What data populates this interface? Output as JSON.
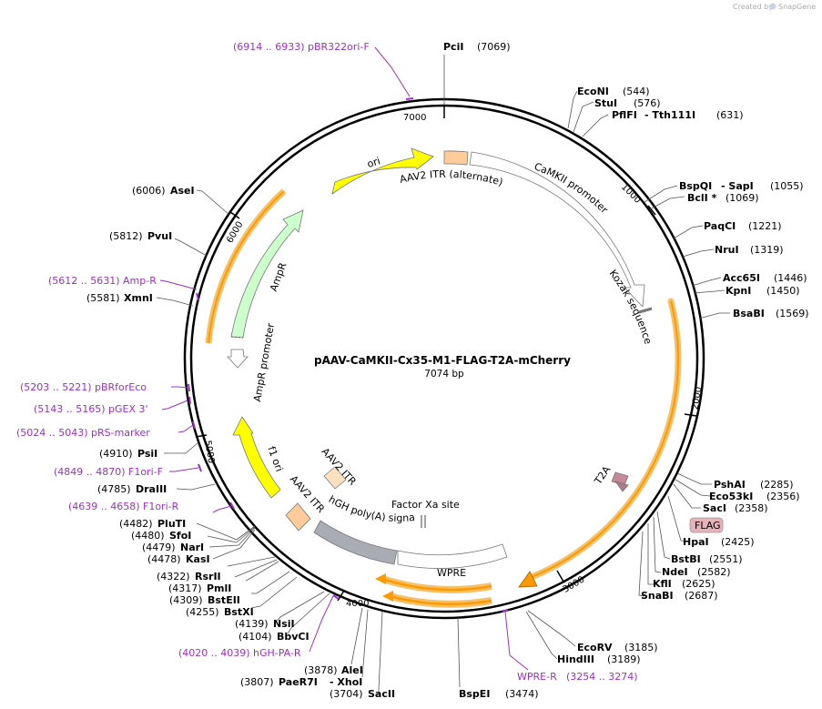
{
  "watermark": {
    "prefix": "Created by",
    "brand": "SnapGene"
  },
  "map": {
    "title": "pAAV-CaMKII-Cx35-M1-FLAG-T2A-mCherry",
    "length": "7074 bp",
    "ticks": [
      "1000",
      "2000",
      "3000",
      "4000",
      "5000",
      "6000",
      "7000"
    ]
  },
  "sites": [
    {
      "name": "PciI",
      "pos": "(7069)"
    },
    {
      "name": "EcoNI",
      "pos": "(544)"
    },
    {
      "name": "StuI",
      "pos": "(576)"
    },
    {
      "name": "PflFI",
      "pos": "- Tth111I"
    },
    {
      "name": "",
      "pos": "(631)"
    },
    {
      "name": "BspQI",
      "pos": "- SapI"
    },
    {
      "name": "",
      "pos": "(1055)"
    },
    {
      "name": "BclI *",
      "pos": "(1069)"
    },
    {
      "name": "PaqCI",
      "pos": "(1221)"
    },
    {
      "name": "NruI",
      "pos": "(1319)"
    },
    {
      "name": "Acc65I",
      "pos": "(1446)"
    },
    {
      "name": "KpnI",
      "pos": "(1450)"
    },
    {
      "name": "BsaBI",
      "pos": "(1569)"
    },
    {
      "name": "PshAI",
      "pos": "(2285)"
    },
    {
      "name": "Eco53kI",
      "pos": "(2356)"
    },
    {
      "name": "SacI",
      "pos": "(2358)"
    },
    {
      "name": "HpaI",
      "pos": "(2425)"
    },
    {
      "name": "BstBI",
      "pos": "(2551)"
    },
    {
      "name": "NdeI",
      "pos": "(2582)"
    },
    {
      "name": "KflI",
      "pos": "(2625)"
    },
    {
      "name": "SnaBI",
      "pos": "(2687)"
    },
    {
      "name": "EcoRV",
      "pos": "(3185)"
    },
    {
      "name": "HindIII",
      "pos": "(3189)"
    },
    {
      "name": "BspEI",
      "pos": "(3474)"
    },
    {
      "name": "SacII",
      "pos": "(3704)"
    },
    {
      "name": "PaeR7I",
      "pos": "(3807)"
    },
    {
      "name": "- XhoI",
      "pos": ""
    },
    {
      "name": "AleI",
      "pos": "(3878)"
    },
    {
      "name": "BbvCI",
      "pos": "(4104)"
    },
    {
      "name": "NsiI",
      "pos": "(4139)"
    },
    {
      "name": "BstXI",
      "pos": "(4255)"
    },
    {
      "name": "BstEII",
      "pos": "(4309)"
    },
    {
      "name": "PmlI",
      "pos": "(4317)"
    },
    {
      "name": "RsrII",
      "pos": "(4322)"
    },
    {
      "name": "KasI",
      "pos": "(4478)"
    },
    {
      "name": "NarI",
      "pos": "(4479)"
    },
    {
      "name": "SfoI",
      "pos": "(4480)"
    },
    {
      "name": "PluTI",
      "pos": "(4482)"
    },
    {
      "name": "DraIII",
      "pos": "(4785)"
    },
    {
      "name": "PsiI",
      "pos": "(4910)"
    },
    {
      "name": "XmnI",
      "pos": "(5581)"
    },
    {
      "name": "PvuI",
      "pos": "(5812)"
    },
    {
      "name": "AseI",
      "pos": "(6006)"
    }
  ],
  "primers": [
    {
      "range": "(6914 .. 6933)",
      "name": "pBR322ori-F"
    },
    {
      "range": "(5612 .. 5631)",
      "name": "Amp-R"
    },
    {
      "range": "(5203 .. 5221)",
      "name": "pBRforEco"
    },
    {
      "range": "(5143 .. 5165)",
      "name": "pGEX 3'"
    },
    {
      "range": "(5024 .. 5043)",
      "name": "pRS-marker"
    },
    {
      "range": "(4849 .. 4870)",
      "name": "F1ori-F"
    },
    {
      "range": "(4639 .. 4658)",
      "name": "F1ori-R"
    },
    {
      "range": "(4020 .. 4039)",
      "name": "hGH-PA-R"
    },
    {
      "range": "(3254 .. 3274)",
      "name": "WPRE-R"
    }
  ],
  "features": {
    "ori": "ori",
    "aav2_itr_alt": "AAV2 ITR (alternate)",
    "camkii": "CaMKII promoter",
    "kozak": "Kozak sequence",
    "t2a": "T2A",
    "flag": "FLAG",
    "factor_xa": "Factor Xa site",
    "wpre": "WPRE",
    "hgh": "hGH poly(A) signal",
    "aav2_itr_a": "AAV2 ITR",
    "aav2_itr_b": "AAV2 ITR",
    "f1ori": "f1 ori",
    "ampr": "AmpR",
    "ampr_promoter": "AmpR promoter"
  },
  "colors": {
    "ori": "#ffff00",
    "ampr": "#ccffcc",
    "itr": "#ffcc99",
    "hgh": "#a9adb3",
    "orf_glow": "#f5c26b",
    "orf_arrow": "#ff9900",
    "primer": "#9b30c8",
    "flag": "#e8b3b8"
  }
}
